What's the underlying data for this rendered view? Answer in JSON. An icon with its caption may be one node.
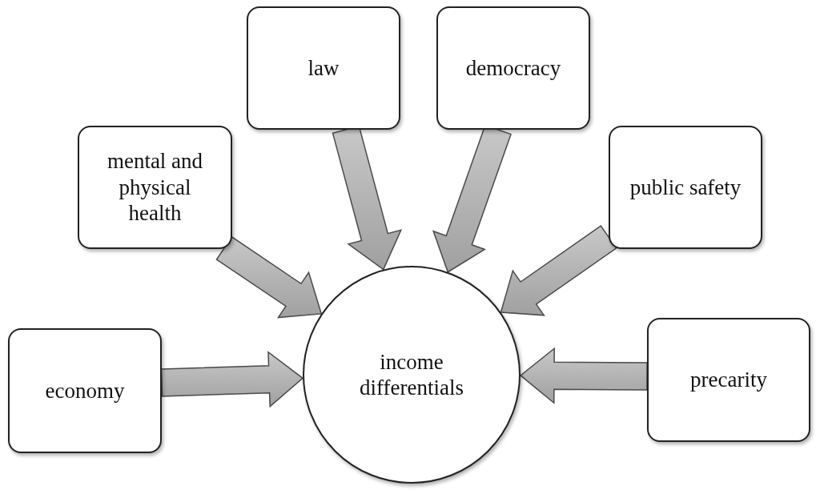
{
  "diagram": {
    "nodes": [
      {
        "text": [
          "income differentials"
        ]
      },
      {
        "text": [
          "economy"
        ]
      },
      {
        "text": [
          "mental and physical health"
        ]
      },
      {
        "text": [
          "law"
        ]
      },
      {
        "text": [
          "democracy"
        ]
      },
      {
        "text": [
          "public safety"
        ]
      },
      {
        "text": [
          "precarity"
        ]
      }
    ],
    "edges": [
      {
        "from": 1,
        "to": 0,
        "arrow": "to"
      },
      {
        "from": 2,
        "to": 0,
        "arrow": "to"
      },
      {
        "from": 3,
        "to": 0,
        "arrow": "to"
      },
      {
        "from": 4,
        "to": 0,
        "arrow": "to"
      },
      {
        "from": 5,
        "to": 0,
        "arrow": "to"
      },
      {
        "from": 6,
        "to": 0,
        "arrow": "to"
      }
    ]
  }
}
